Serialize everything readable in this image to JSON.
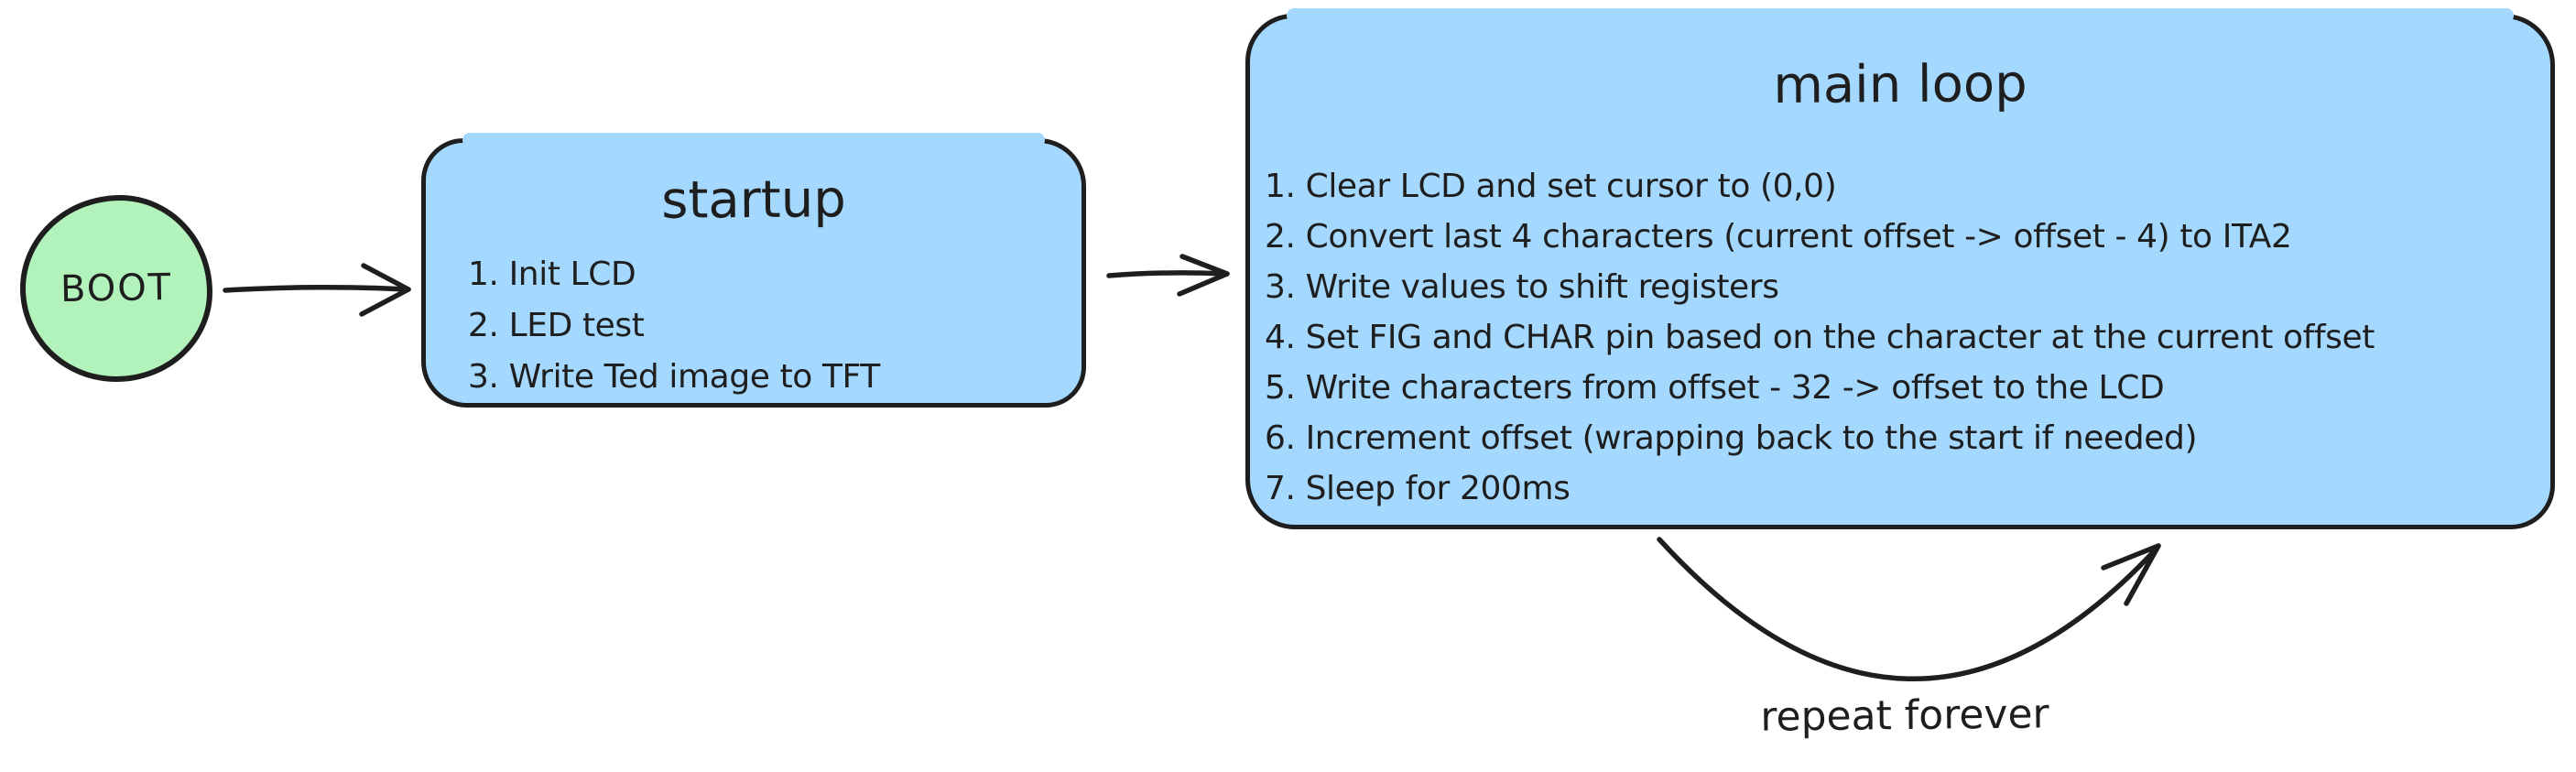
{
  "diagram": {
    "background": "#ffffff",
    "stroke_color": "#1e1e1e",
    "nodes": {
      "boot": {
        "shape": "circle",
        "label": "BOOT",
        "fill": "#b2f2bb"
      },
      "startup": {
        "shape": "rounded-rectangle",
        "title": "startup",
        "fill": "#a5d8ff",
        "items": [
          "1. Init LCD",
          "2. LED test",
          "3. Write Ted image to TFT"
        ]
      },
      "main_loop": {
        "shape": "rounded-rectangle",
        "title": "main loop",
        "fill": "#a5d8ff",
        "items": [
          "1. Clear LCD and set cursor to (0,0)",
          "2. Convert last 4 characters (current offset -> offset - 4) to ITA2",
          "3. Write values to shift registers",
          "4. Set FIG and CHAR pin based on the character at the current offset",
          "5. Write characters from offset - 32 -> offset to the LCD",
          "6. Increment offset (wrapping back to the start if needed)",
          "7. Sleep for 200ms"
        ]
      }
    },
    "edges": {
      "boot_to_startup": {
        "type": "arrow",
        "label": ""
      },
      "startup_to_main_loop": {
        "type": "arrow",
        "label": ""
      },
      "main_loop_repeat": {
        "type": "curved-arrow",
        "label": "repeat forever"
      }
    }
  }
}
